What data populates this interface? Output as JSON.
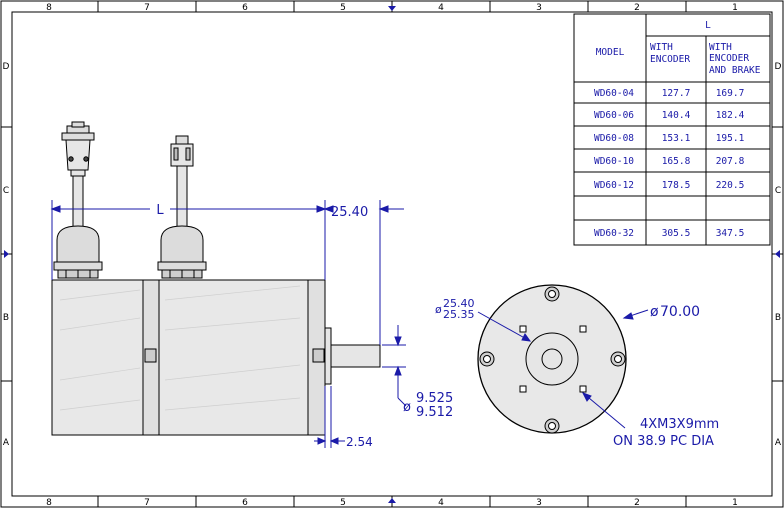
{
  "border": {
    "columns": [
      "8",
      "7",
      "6",
      "5",
      "4",
      "3",
      "2",
      "1"
    ],
    "rows": [
      "D",
      "C",
      "B",
      "A"
    ]
  },
  "table": {
    "group_header": "L",
    "model_header": "MODEL",
    "col1_header": [
      "WITH",
      "ENCODER"
    ],
    "col2_header": [
      "WITH",
      "ENCODER",
      "AND BRAKE"
    ],
    "rows": [
      {
        "model": "WD60-04",
        "with_encoder": "127.7",
        "with_brake": "169.7"
      },
      {
        "model": "WD60-06",
        "with_encoder": "140.4",
        "with_brake": "182.4"
      },
      {
        "model": "WD60-08",
        "with_encoder": "153.1",
        "with_brake": "195.1"
      },
      {
        "model": "WD60-10",
        "with_encoder": "165.8",
        "with_brake": "207.8"
      },
      {
        "model": "WD60-12",
        "with_encoder": "178.5",
        "with_brake": "220.5"
      },
      {
        "model": "WD60-32",
        "with_encoder": "305.5",
        "with_brake": "347.5"
      }
    ]
  },
  "dims": {
    "length_label": "L",
    "shaft_length": "25.40",
    "flange_thickness": "2.54",
    "shaft_dia_max": "9.525",
    "shaft_dia_min": "9.512",
    "pilot_dia_max": "25.40",
    "pilot_dia_min": "25.35",
    "outer_dia": "70.00",
    "holes_line1": "4XM3X9mm",
    "holes_line2": "ON 38.9 PC DIA",
    "dia_symbol": "ø"
  },
  "colors": {
    "dimension": "#1a1aa8",
    "body": "#e6e6e6",
    "line": "#000000"
  }
}
